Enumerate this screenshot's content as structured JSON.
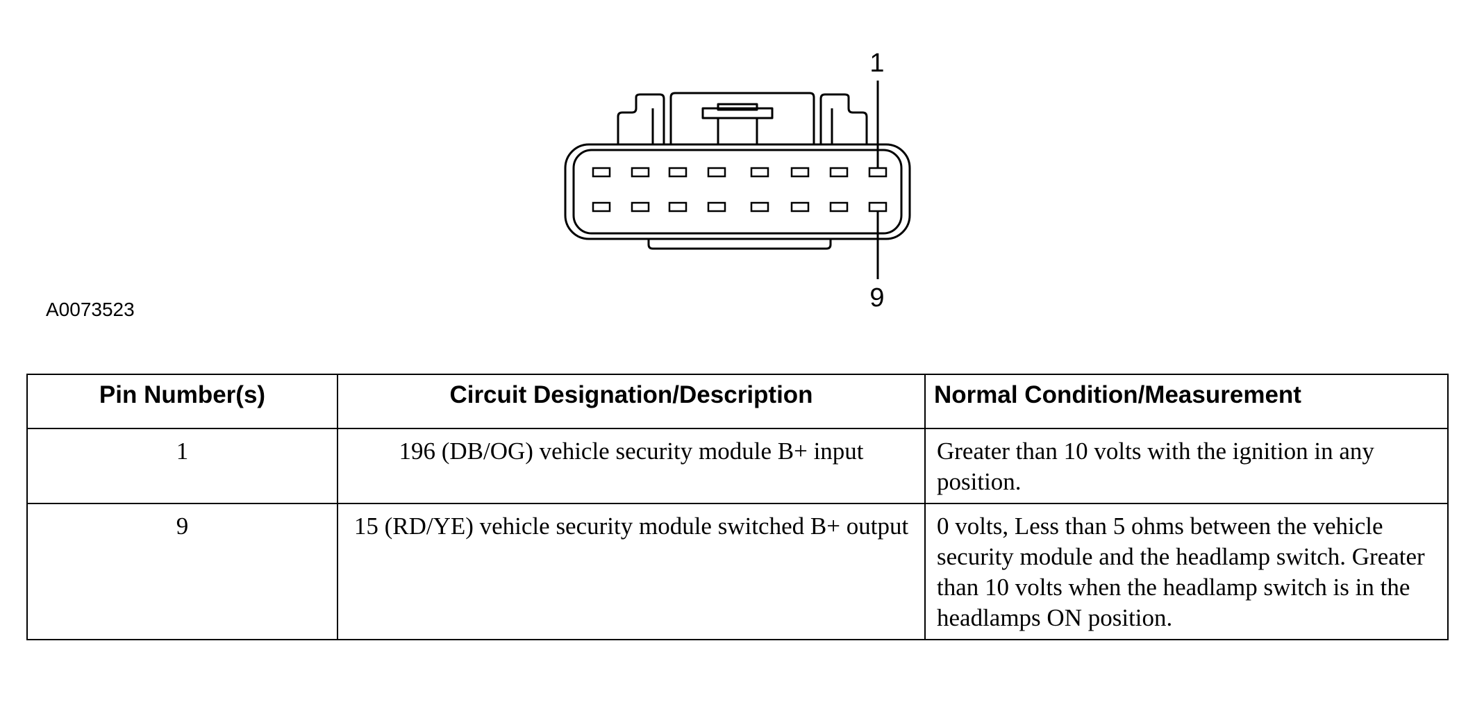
{
  "figure": {
    "id": "A0073523",
    "callouts": {
      "top": "1",
      "bottom": "9"
    }
  },
  "table": {
    "headers": [
      "Pin Number(s)",
      "Circuit Designation/Description",
      "Normal Condition/Measurement"
    ],
    "rows": [
      {
        "pin": "1",
        "circuit": "196 (DB/OG) vehicle security module B+ input",
        "condition": "Greater than 10 volts with the ignition in any position."
      },
      {
        "pin": "9",
        "circuit": "15 (RD/YE) vehicle security module switched B+ output",
        "condition": "0 volts, Less than 5 ohms between the vehicle security module and the headlamp switch. Greater than 10 volts when the headlamp switch is in the headlamps ON position."
      }
    ]
  }
}
